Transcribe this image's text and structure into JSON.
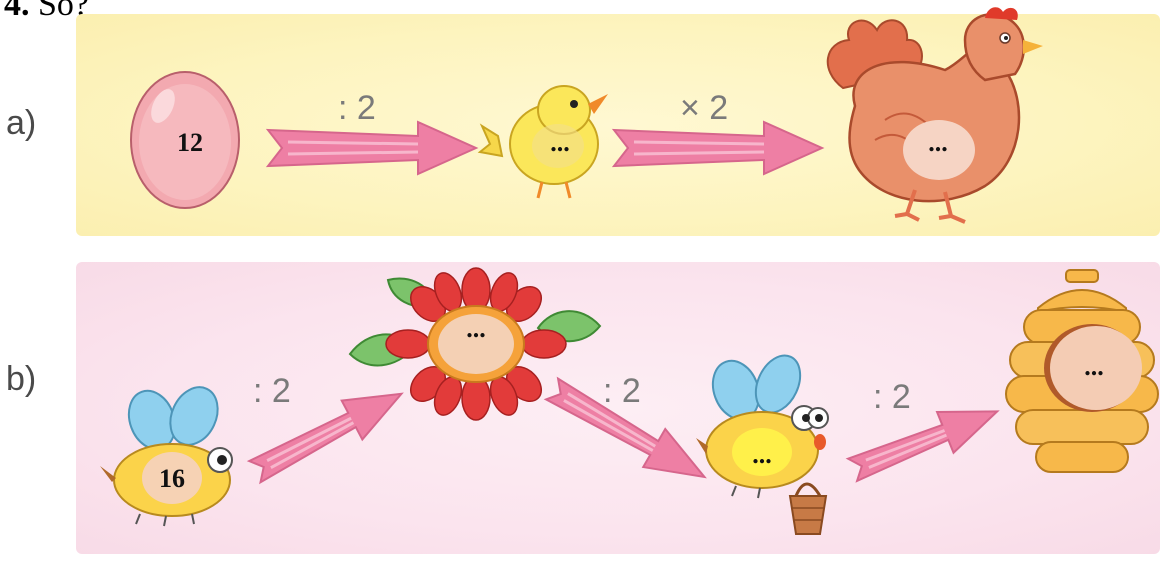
{
  "title": {
    "number": "4.",
    "text": "Số?"
  },
  "part_a": {
    "label": "a)",
    "egg_value": "12",
    "op1": ": 2",
    "chick_value": "...",
    "op2": "× 2",
    "hen_value": "..."
  },
  "part_b": {
    "label": "b)",
    "bee_value": "16",
    "op1": ": 2",
    "flower_value": "...",
    "op2": ": 2",
    "bee2_value": "...",
    "op3": ": 2",
    "hive_value": "..."
  },
  "colors": {
    "panel_a_bg": "#fdf4bf",
    "panel_b_bg": "#fbe4ee",
    "arrow": "#ee7fa4",
    "egg": "#f3a9b0",
    "chick": "#fbe75a",
    "hen": "#e9906a",
    "flower_petal": "#e23b3a",
    "leaf": "#7cc36b",
    "hive": "#f7b84a",
    "bee_body": "#fbd34a",
    "bee_wing": "#8fd0ee"
  }
}
